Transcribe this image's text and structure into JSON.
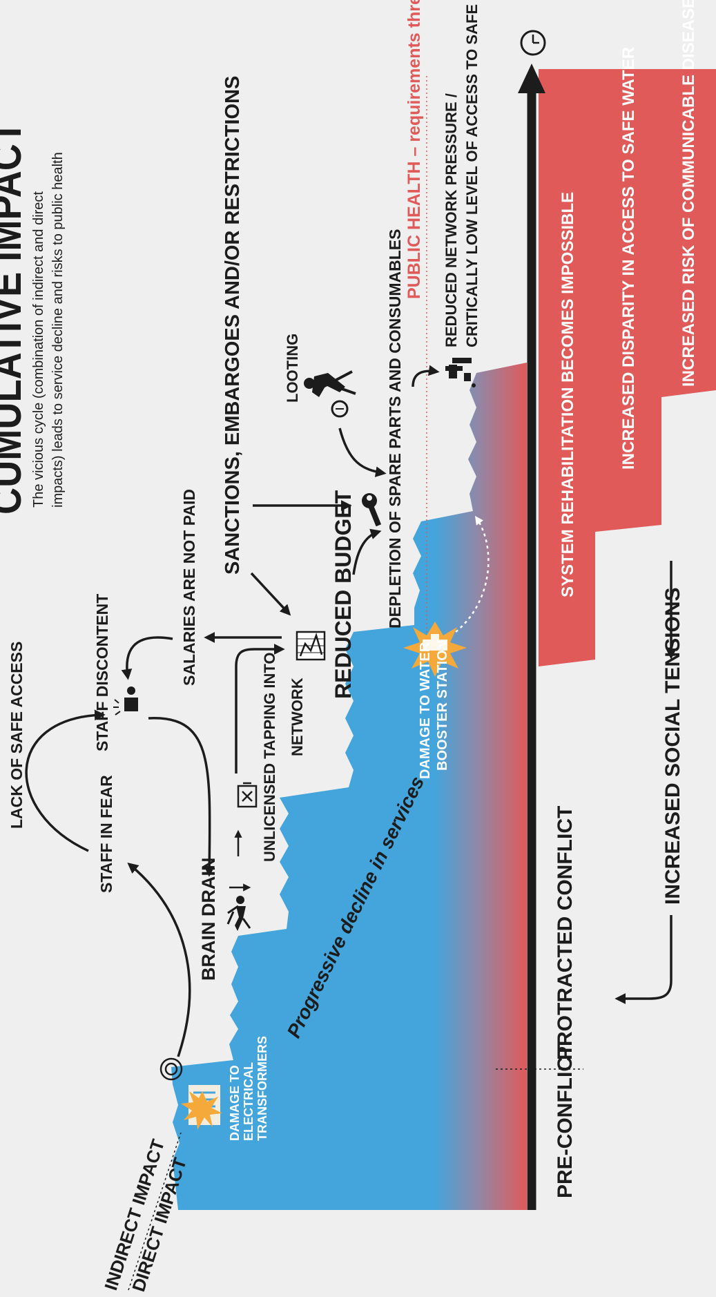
{
  "header": {
    "title": "CUMULATIVE IMPACT",
    "subtitle_line1": "The vicious cycle (combination of indirect and direct",
    "subtitle_line2": "impacts) leads to service decline and risks to public health"
  },
  "timeline": {
    "pre_conflict": "PRE-CONFLICT",
    "protracted_conflict": "PROTRACTED CONFLICT",
    "clock_icon": "clock-icon"
  },
  "impacts": {
    "indirect": "INDIRECT IMPACT",
    "direct": "DIRECT IMPACT"
  },
  "cycle": {
    "lack_of_safe_access": "LACK OF SAFE ACCESS",
    "staff_in_fear": "STAFF IN FEAR",
    "staff_discontent": "STAFF DISCONTENT",
    "salaries_not_paid": "SALARIES ARE NOT PAID",
    "brain_drain": "BRAIN DRAIN",
    "unlicensed_tapping_line1": "UNLICENSED TAPPING INTO",
    "unlicensed_tapping_line2": "NETWORK",
    "sanctions": "SANCTIONS, EMBARGOES AND/OR RESTRICTIONS",
    "reduced_budget": "REDUCED BUDGET",
    "looting": "LOOTING",
    "depletion": "DEPLETION OF SPARE PARTS AND CONSUMABLES",
    "reduced_network_line1": "REDUCED NETWORK PRESSURE /",
    "reduced_network_line2": "CRITICALLY LOW LEVEL OF ACCESS TO SAFE WATER"
  },
  "events": {
    "transformers_line1": "DAMAGE TO",
    "transformers_line2": "ELECTRICAL",
    "transformers_line3": "TRANSFORMERS",
    "booster_line1": "DAMAGE TO WATER",
    "booster_line2": "BOOSTER STATION"
  },
  "decline_label": "Progressive decline in services",
  "threshold_label": "PUBLIC HEALTH – requirements threshold",
  "risks": {
    "rehab": "SYSTEM REHABILITATION BECOMES IMPOSSIBLE",
    "disparity": "INCREASED DISPARITY IN ACCESS TO SAFE WATER",
    "disease": "INCREASED RISK OF COMMUNICABLE DISEASES"
  },
  "social_tensions": "INCREASED SOCIAL TENSIONS",
  "colors": {
    "service_blue": "#43a5dc",
    "risk_red": "#e05a5a",
    "ink": "#1c1c1c",
    "flash_orange": "#f4a93a",
    "background": "#efefef"
  }
}
